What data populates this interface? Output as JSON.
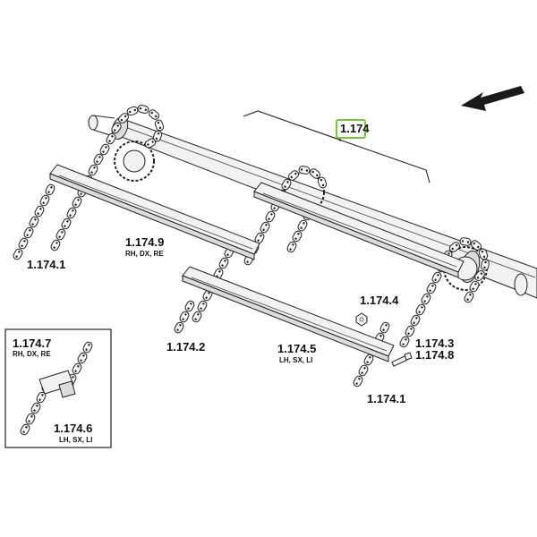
{
  "callouts": {
    "main": "1.174",
    "chain_left": "1.174.1",
    "chain_right": "1.174.1",
    "chain_mid": "1.174.2",
    "bolt": "1.174.3",
    "nut": "1.174.4",
    "bar_front": "1.174.5",
    "bar_front_sub": "LH, SX, LI",
    "bar_back": "1.174.9",
    "bar_back_sub": "RH, DX, RE",
    "screw": "1.174.8",
    "inset_top": "1.174.7",
    "inset_top_sub": "RH, DX, RE",
    "inset_bottom": "1.174.6",
    "inset_bottom_sub": "LH, SX, LI"
  },
  "colors": {
    "highlight": "#7cc242",
    "ink": "#222222"
  },
  "icons": {
    "direction": "direction-arrow-icon"
  }
}
